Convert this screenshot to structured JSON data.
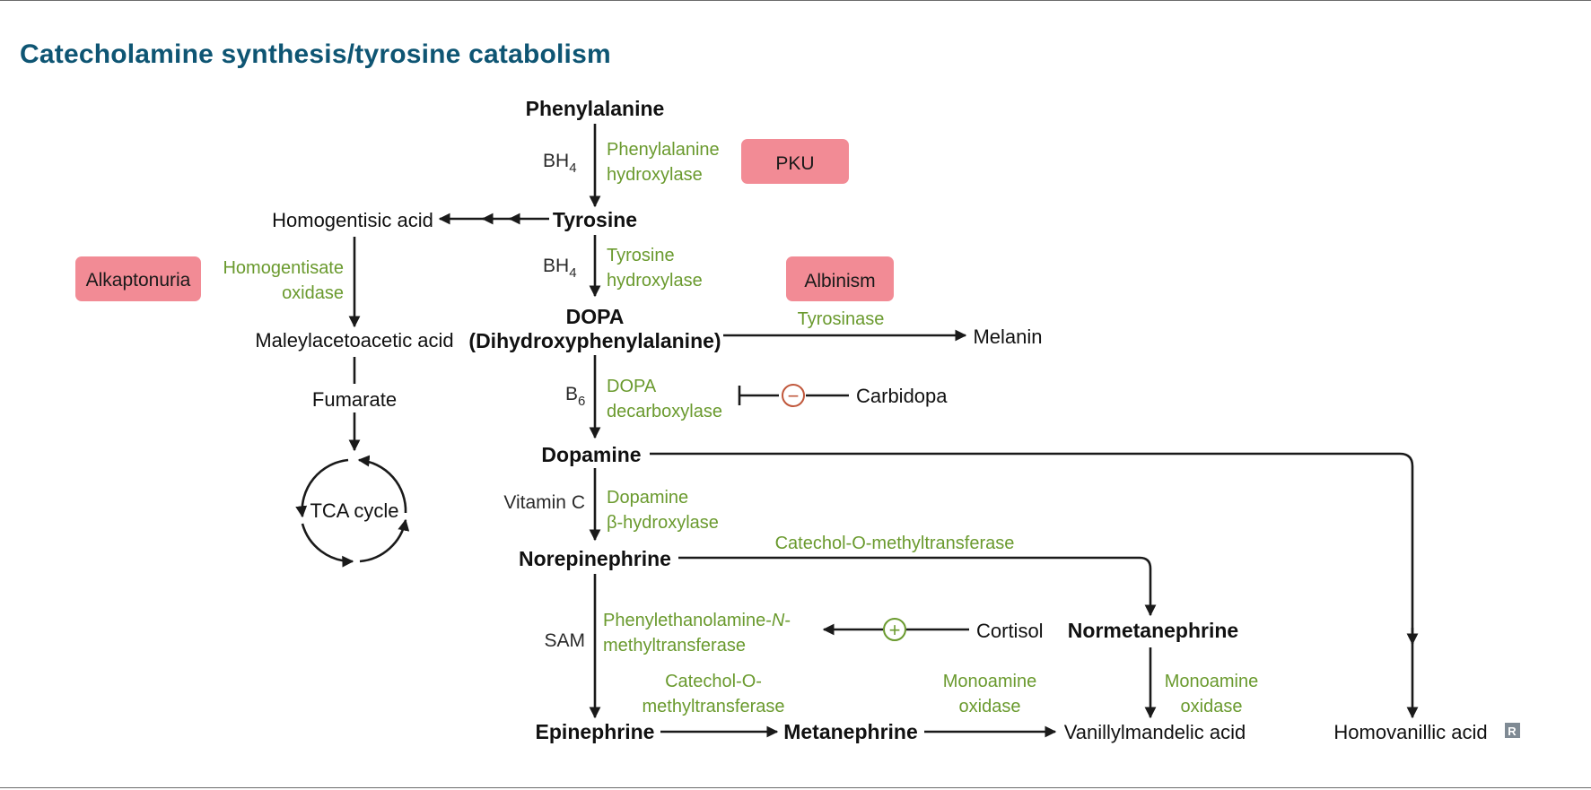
{
  "header": {
    "title": "Catecholamine synthesis/tyrosine catabolism"
  },
  "nodes": {
    "phenylalanine": "Phenylalanine",
    "tyrosine": "Tyrosine",
    "homogentisic_acid": "Homogentisic acid",
    "maleylacetoacetic_acid": "Maleylacetoacetic acid",
    "fumarate": "Fumarate",
    "tca_cycle": "TCA cycle",
    "dopa": "DOPA",
    "dopa_full": "(Dihydroxyphenylalanine)",
    "melanin": "Melanin",
    "carbidopa": "Carbidopa",
    "dopamine": "Dopamine",
    "norepinephrine": "Norepinephrine",
    "cortisol": "Cortisol",
    "normetanephrine": "Normetanephrine",
    "epinephrine": "Epinephrine",
    "metanephrine": "Metanephrine",
    "vanillylmandelic_acid": "Vanillylmandelic acid",
    "homovanillic_acid": "Homovanillic acid"
  },
  "enzymes": {
    "phe_hydroxylase_1": "Phenylalanine",
    "phe_hydroxylase_2": "hydroxylase",
    "tyr_hydroxylase_1": "Tyrosine",
    "tyr_hydroxylase_2": "hydroxylase",
    "homogentisate_oxidase_1": "Homogentisate",
    "homogentisate_oxidase_2": "oxidase",
    "tyrosinase": "Tyrosinase",
    "dopa_decarboxylase_1": "DOPA",
    "dopa_decarboxylase_2": "decarboxylase",
    "dopamine_bhydroxylase_1": "Dopamine",
    "dopamine_bhydroxylase_2": "β-hydroxylase",
    "comt_top": "Catechol-O-methyltransferase",
    "pnmt_1a": "Phenylethanolamine-",
    "pnmt_1b": "N",
    "pnmt_1c": "-",
    "pnmt_2": "methyltransferase",
    "comt_lower_1": "Catechol-O-",
    "comt_lower_2": "methyltransferase",
    "mao_left_1": "Monoamine",
    "mao_left_2": "oxidase",
    "mao_right_1": "Monoamine",
    "mao_right_2": "oxidase"
  },
  "cofactors": {
    "bh4_a_base": "BH",
    "bh4_a_sub": "4",
    "bh4_b_base": "BH",
    "bh4_b_sub": "4",
    "b6_base": "B",
    "b6_sub": "6",
    "vitamin_c": "Vitamin C",
    "sam": "SAM"
  },
  "diseases": {
    "pku": "PKU",
    "alkaptonuria": "Alkaptonuria",
    "albinism": "Albinism"
  },
  "symbols": {
    "inhibit": "−",
    "stimulate": "+",
    "rx_badge": "R"
  },
  "colors": {
    "title": "#0e5573",
    "enzyme": "#6a9a2e",
    "disease_box": "#f28b95",
    "inhibit": "#c0573b",
    "stimulate": "#6a9a2e"
  }
}
